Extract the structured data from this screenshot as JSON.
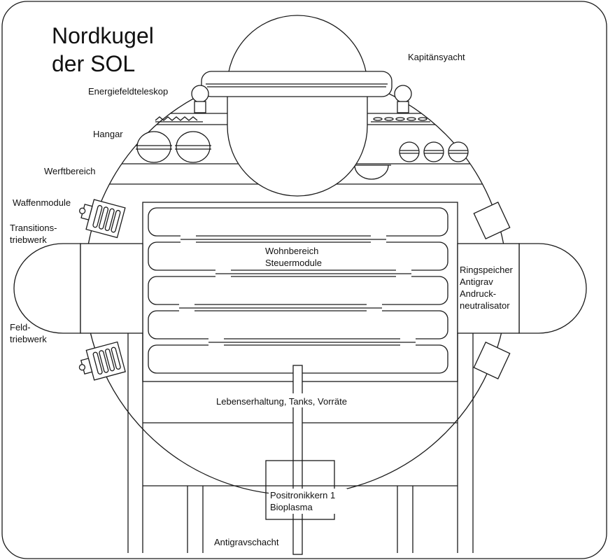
{
  "title": {
    "line1": "Nordkugel",
    "line2": "der SOL"
  },
  "labels": {
    "kapitaensyacht": "Kapitänsyacht",
    "energiefeldteleskop": "Energiefeldteleskop",
    "hangar": "Hangar",
    "werftbereich": "Werftbereich",
    "waffenmodule": "Waffenmodule",
    "transitions_1": "Transitions-",
    "transitions_2": "triebwerk",
    "feld_1": "Feld-",
    "feld_2": "triebwerk",
    "wohnbereich": "Wohnbereich",
    "steuermodule": "Steuermodule",
    "ringspeicher": "Ringspeicher",
    "antigrav": "Antigrav",
    "andruck": "Andruck-",
    "neutralisator": "neutralisator",
    "lebenserhaltung": "Lebenserhaltung, Tanks, Vorräte",
    "positronikkern": "Positronikkern 1",
    "bioplasma": "Bioplasma",
    "antigravschacht": "Antigravschacht"
  }
}
